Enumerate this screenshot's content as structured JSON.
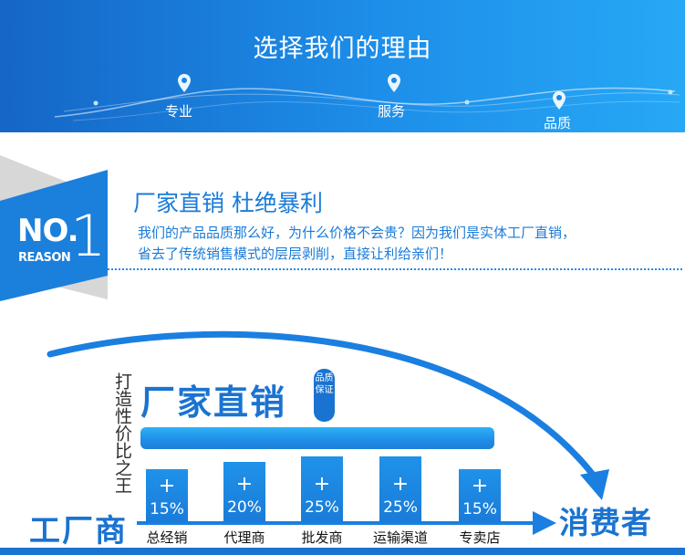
{
  "banner": {
    "title": "选择我们的理由",
    "points": [
      "专业",
      "服务",
      "品质"
    ],
    "colors": {
      "start": "#1566c6",
      "end": "#27a8f5"
    }
  },
  "reason": {
    "no_text": "NO.",
    "no_number": "1",
    "reason_label": "REASON",
    "title": "厂家直销 杜绝暴利",
    "lines": [
      "我们的产品品质那么好，为什么价格不会贵？因为我们是实体工厂直销，",
      "省去了传统销售模式的层层剥削，直接让利给亲们！"
    ]
  },
  "diagram": {
    "vertical_text": "打造性价比之王",
    "main_title": "厂家直销",
    "badge": "品质保证",
    "columns": [
      {
        "plus": "+",
        "percent": "15%",
        "label": "总经销"
      },
      {
        "plus": "+",
        "percent": "20%",
        "label": "代理商"
      },
      {
        "plus": "+",
        "percent": "25%",
        "label": "批发商"
      },
      {
        "plus": "+",
        "percent": "25%",
        "label": "运输渠道"
      },
      {
        "plus": "+",
        "percent": "15%",
        "label": "专卖店"
      }
    ],
    "left_label": "工厂商",
    "right_label": "消费者",
    "accent": "#1a73d0"
  }
}
